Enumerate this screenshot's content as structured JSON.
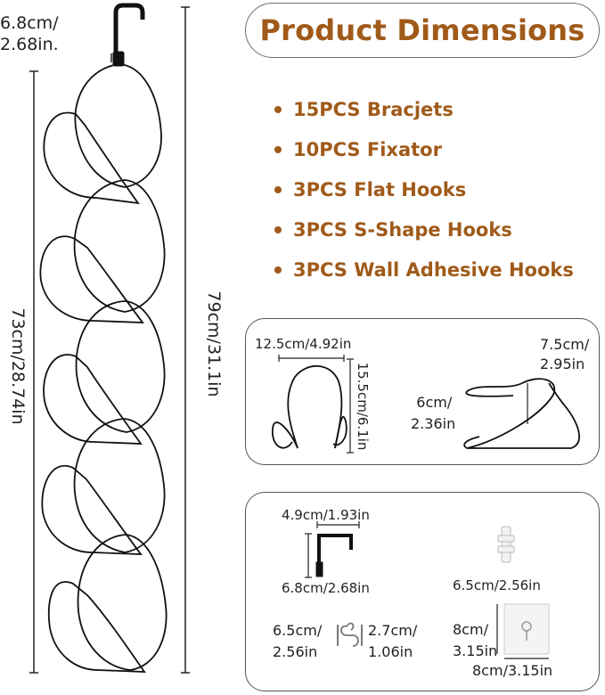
{
  "title": "Product Dimensions",
  "features": [
    "15PCS Bracjets",
    "10PCS Fixator",
    "3PCS Flat Hooks",
    "3PCS S-Shape Hooks",
    "3PCS Wall Adhesive Hooks"
  ],
  "rack": {
    "hook_size_line1": "6.8cm/",
    "hook_size_line2": "2.68in.",
    "inner_length": "73cm/28.74in",
    "total_length": "79cm/31.1in"
  },
  "bracket_panel": {
    "u_width": "12.5cm/4.92in",
    "u_height": "15.5cm/6.1in",
    "side_width_line1": "7.5cm/",
    "side_width_line2": "2.95in",
    "side_height_line1": "6cm/",
    "side_height_line2": "2.36in"
  },
  "accessory_panel": {
    "flat_hook_width": "4.9cm/1.93in",
    "flat_hook_height": "6.8cm/2.68in",
    "fixator_size": "6.5cm/2.56in",
    "s_hook_height_line1": "6.5cm/",
    "s_hook_height_line2": "2.56in",
    "s_hook_width_line1": "2.7cm/",
    "s_hook_width_line2": "1.06in",
    "adhesive_height_line1": "8cm/",
    "adhesive_height_line2": "3.15in",
    "adhesive_width": "8cm/3.15in"
  },
  "colors": {
    "accent": "#a05a19",
    "outline": "#555555",
    "wire": "#111111"
  }
}
